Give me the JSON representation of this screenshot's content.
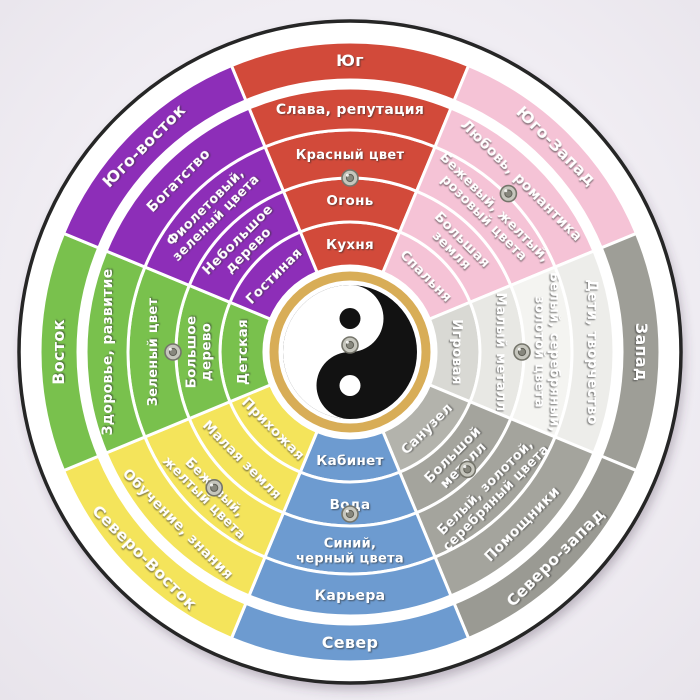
{
  "background": {
    "color": "#f0edf3"
  },
  "wheel": {
    "type": "feng-shui-bagua-wheel",
    "rim_color": "#262626",
    "face_color": "#ffffff",
    "separator_color": "#ffffff",
    "text_color": "#ffffff",
    "center": {
      "ring_color": "#d8ad57",
      "yin_yang_dark": "#121212",
      "yin_yang_light": "#ffffff"
    },
    "rings_order_outer_to_inner": [
      "direction",
      "aspect",
      "colors",
      "element",
      "room"
    ],
    "sectors": [
      {
        "id": "south",
        "angle": 0,
        "text_rotation": 0,
        "color": "#d24a3a",
        "labels": {
          "direction": [
            "Юг"
          ],
          "aspect": [
            "Слава, репутация"
          ],
          "colors": [
            "Красный цвет"
          ],
          "element": [
            "Огонь"
          ],
          "room": [
            "Кухня"
          ]
        }
      },
      {
        "id": "southwest",
        "angle": 45,
        "text_rotation": 45,
        "color": "#f5c3d6",
        "labels": {
          "direction": [
            "Юго-Запад"
          ],
          "aspect": [
            "Любовь, романтика"
          ],
          "colors": [
            "Бежевый, желтый,",
            "розовый цвета"
          ],
          "element": [
            "Большая",
            "земля"
          ],
          "room": [
            "Спальня"
          ]
        }
      },
      {
        "id": "west",
        "angle": 90,
        "text_rotation": 90,
        "color": "#f1f1ee",
        "ring_colors": {
          "room": "#d9d9d4",
          "element": "#e8e8e4",
          "colors": "#f4f4f1",
          "aspect": "#ededea",
          "direction": "#9e9e97"
        },
        "labels": {
          "direction": [
            "Запад"
          ],
          "aspect": [
            "Дети, творчество"
          ],
          "colors": [
            "Белый, серебряный,",
            "золотой цвета"
          ],
          "element": [
            "Малый металл"
          ],
          "room": [
            "Игровая"
          ]
        }
      },
      {
        "id": "northwest",
        "angle": 135,
        "text_rotation": -45,
        "color": "#a4a49d",
        "ring_colors": {
          "room": "#b3b3ac",
          "element": "#a4a49d",
          "colors": "#a4a49d",
          "aspect": "#a4a49d",
          "direction": "#9a9a93"
        },
        "labels": {
          "direction": [
            "Северо-запад"
          ],
          "aspect": [
            "Помощники"
          ],
          "colors": [
            "Белый, золотой,",
            "серебряный цвета"
          ],
          "element": [
            "Большой",
            "металл"
          ],
          "room": [
            "Санузел"
          ]
        }
      },
      {
        "id": "north",
        "angle": 180,
        "text_rotation": 0,
        "color": "#6d9bd0",
        "labels": {
          "direction": [
            "Север"
          ],
          "aspect": [
            "Карьера"
          ],
          "colors": [
            "Синий,",
            "черный цвета"
          ],
          "element": [
            "Вода"
          ],
          "room": [
            "Кабинет"
          ]
        }
      },
      {
        "id": "northeast",
        "angle": 225,
        "text_rotation": 45,
        "color": "#f4e45b",
        "labels": {
          "direction": [
            "Северо-Восток"
          ],
          "aspect": [
            "Обучение, знания"
          ],
          "colors": [
            "Бежевый,",
            "желтый цвета"
          ],
          "element": [
            "Малая земля"
          ],
          "room": [
            "Прихожая"
          ]
        }
      },
      {
        "id": "east",
        "angle": 270,
        "text_rotation": -90,
        "color": "#79c14d",
        "labels": {
          "direction": [
            "Восток"
          ],
          "aspect": [
            "Здоровье, развитие"
          ],
          "colors": [
            "Зеленый цвет"
          ],
          "element": [
            "Большое",
            "дерево"
          ],
          "room": [
            "Детская"
          ]
        }
      },
      {
        "id": "southeast",
        "angle": 315,
        "text_rotation": -45,
        "color": "#8d2eb8",
        "labels": {
          "direction": [
            "Юго-восток"
          ],
          "aspect": [
            "Богатство"
          ],
          "colors": [
            "Фиолетовый,",
            "зеленый цвета"
          ],
          "element": [
            "Небольшое",
            "дерево"
          ],
          "room": [
            "Гостиная"
          ]
        }
      }
    ],
    "grommets": [
      {
        "angle": 0,
        "r": 174
      },
      {
        "angle": 45,
        "r": 224
      },
      {
        "angle": 90,
        "r": 172
      },
      {
        "angle": 135,
        "r": 166
      },
      {
        "angle": 180,
        "r": 162
      },
      {
        "angle": 225,
        "r": 192
      },
      {
        "angle": 270,
        "r": 177
      },
      {
        "angle": 0,
        "r": 7
      }
    ]
  }
}
